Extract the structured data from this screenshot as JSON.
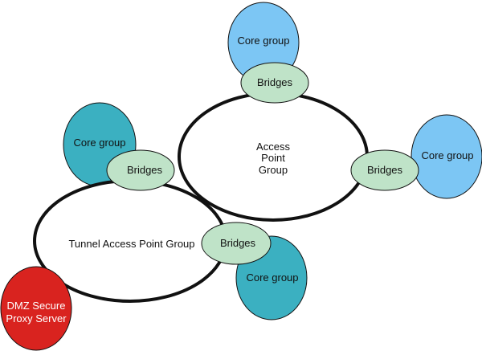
{
  "colors": {
    "core_light_blue": "#7cc6f4",
    "core_teal": "#3bb0c1",
    "bridge_green": "#bfe3c8",
    "dmz_red": "#d9231f",
    "group_fill": "#ffffff",
    "outline": "#111111"
  },
  "access_point_group": {
    "label_line1": "Access",
    "label_line2": "Point",
    "label_line3": "Group"
  },
  "tunnel_access_point_group": {
    "label": "Tunnel Access Point Group"
  },
  "core_groups": {
    "top": "Core group",
    "right": "Core group",
    "left": "Core group",
    "bottom": "Core group"
  },
  "bridges": {
    "top": "Bridges",
    "right": "Bridges",
    "left": "Bridges",
    "bottom": "Bridges"
  },
  "dmz_server": {
    "label_line1": "DMZ Secure",
    "label_line2": "Proxy Server"
  }
}
